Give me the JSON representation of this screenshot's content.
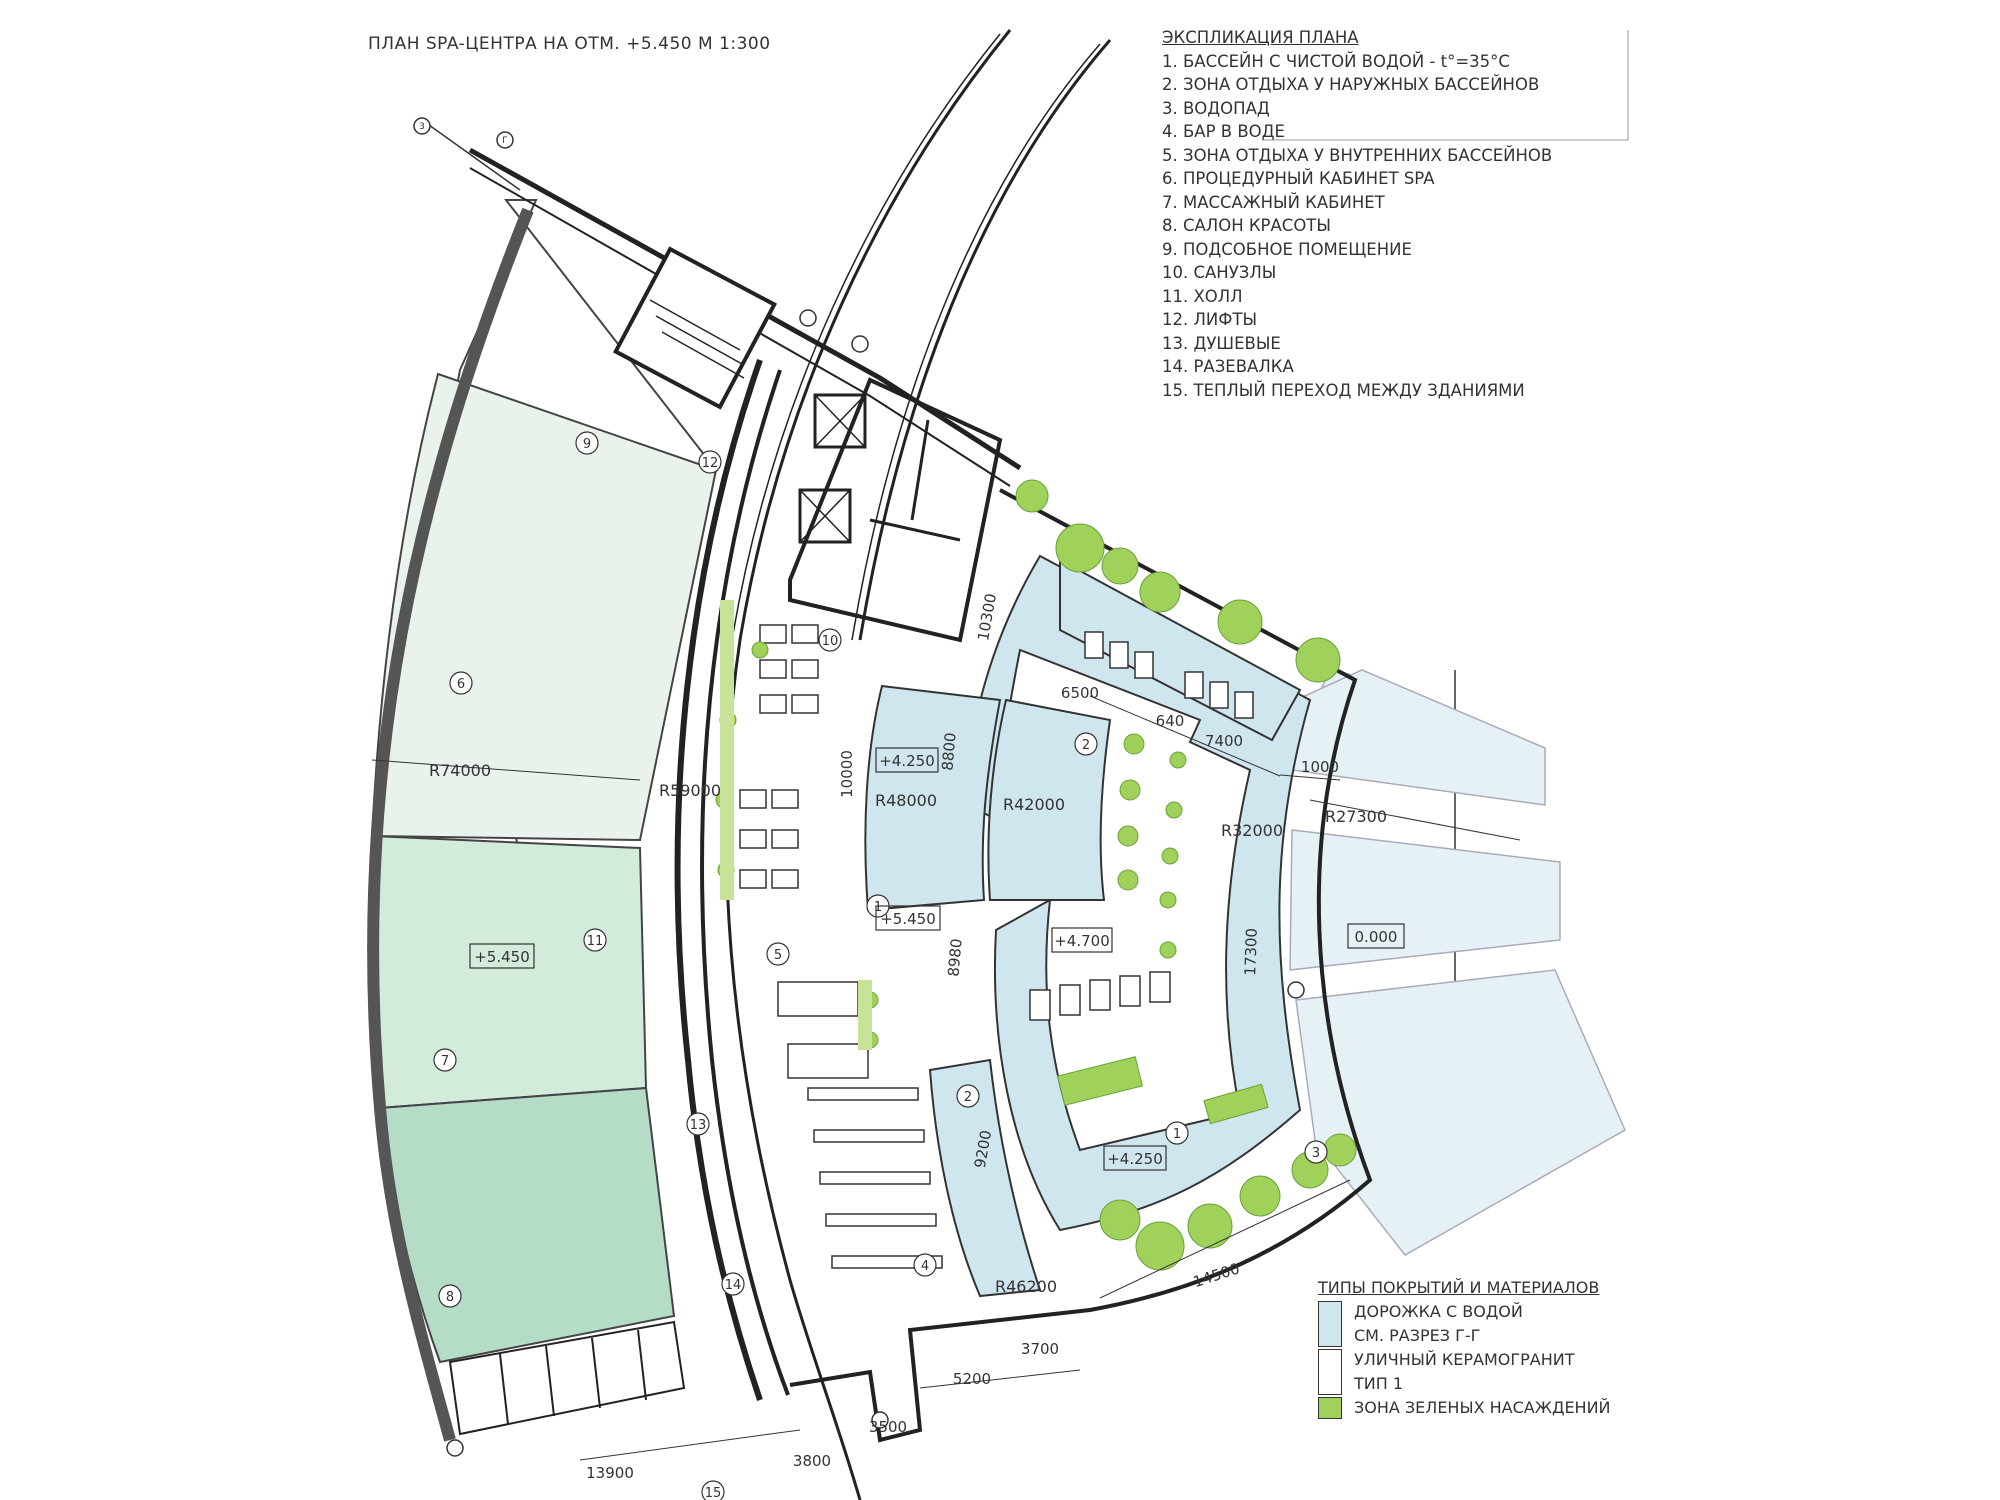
{
  "title": "ПЛАН SPA-ЦЕНТРА НА ОТМ. +5.450   М 1:300",
  "legend": {
    "header": "ЭКСПЛИКАЦИЯ ПЛАНА",
    "items": [
      "1. БАССЕЙН С ЧИСТОЙ ВОДОЙ - t°=35°C",
      "2. ЗОНА ОТДЫХА У НАРУЖНЫХ БАССЕЙНОВ",
      "3. ВОДОПАД",
      "4. БАР В ВОДЕ",
      "5. ЗОНА ОТДЫХА У ВНУТРЕННИХ БАССЕЙНОВ",
      "6. ПРОЦЕДУРНЫЙ КАБИНЕТ SPA",
      "7. МАССАЖНЫЙ КАБИНЕТ",
      "8. САЛОН КРАСОТЫ",
      "9. ПОДСОБНОЕ ПОМЕЩЕНИЕ",
      "10. САНУЗЛЫ",
      "11. ХОЛЛ",
      "12.  ЛИФТЫ",
      "13. ДУШЕВЫЕ",
      "14. РАЗЕВАЛКА",
      "15. ТЕПЛЫЙ ПЕРЕХОД МЕЖДУ ЗДАНИЯМИ"
    ]
  },
  "materials": {
    "header": "ТИПЫ ПОКРЫТИЙ И МАТЕРИАЛОВ",
    "water_line1": "ДОРОЖКА С ВОДОЙ",
    "water_line2": "СМ. РАЗРЕЗ Г-Г",
    "granite_line1": "УЛИЧНЫЙ КЕРАМОГРАНИТ",
    "granite_line2": "ТИП 1",
    "green": "ЗОНА ЗЕЛЕНЫХ НАСАЖДЕНИЙ"
  },
  "colors": {
    "water": "#cfe6ee",
    "granite": "#ffffff",
    "green": "#9fd15b",
    "room_light": "#e9f3ec",
    "room_mid": "#d3ebdb",
    "room_dark": "#b5dcc6",
    "outdoor_water": "#e6f1f6"
  },
  "radii": {
    "r74000": "R74000",
    "r59000": "R59000",
    "r48000": "R48000",
    "r42000": "R42000",
    "r32000": "R32000",
    "r27300": "R27300",
    "r46200": "R46200"
  },
  "dimensions": {
    "d10300": "10300",
    "d6500": "6500",
    "d640": "640",
    "d7400": "7400",
    "d1000": "1000",
    "d8800": "8800",
    "d10000": "10000",
    "d8980": "8980",
    "d17300": "17300",
    "d9200": "9200",
    "d14500": "14500",
    "d3700": "3700",
    "d5200": "5200",
    "d3500": "3500",
    "d3800": "3800",
    "d13900": "13900"
  },
  "levels": {
    "l4250a": "+4.250",
    "l5450hall": "+5.450",
    "l5450room": "+5.450",
    "l4700": "+4.700",
    "l4250b": "+4.250",
    "l0000": "0.000"
  },
  "room_numbers": {
    "n1a": "1",
    "n1b": "1",
    "n2a": "2",
    "n2b": "2",
    "n3": "3",
    "n4": "4",
    "n5": "5",
    "n6": "6",
    "n7": "7",
    "n8": "8",
    "n9": "9",
    "n10": "10",
    "n11": "11",
    "n12": "12",
    "n13": "13",
    "n14": "14",
    "n15": "15"
  },
  "axes": {
    "axis_top": "Г",
    "axis_small": "3"
  }
}
